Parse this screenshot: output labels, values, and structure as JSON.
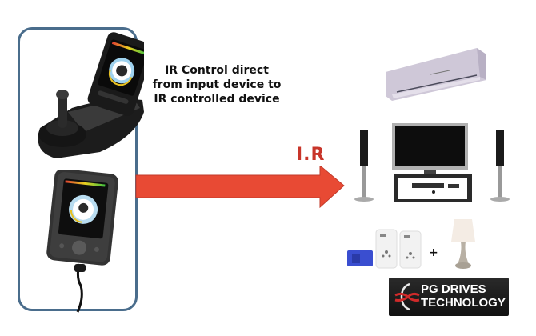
{
  "caption": {
    "lines": [
      "IR Control direct",
      "from input device to",
      "IR controlled device"
    ]
  },
  "arrow": {
    "label": "I.R",
    "color": "#e84a34",
    "label_color": "#c8352a"
  },
  "input_devices": [
    {
      "name": "joystick-controller-with-display"
    },
    {
      "name": "handheld-display-controller"
    }
  ],
  "controlled_devices": [
    {
      "name": "air-conditioner"
    },
    {
      "name": "television-home-theater"
    },
    {
      "name": "remote-power-sockets"
    },
    {
      "name": "table-lamp"
    }
  ],
  "plus_sign": "+",
  "logo": {
    "line1": "PG DRIVES",
    "line2": "TECHNOLOGY"
  },
  "colors": {
    "panel_border": "#4a6d8c",
    "arrow": "#e84a34"
  }
}
